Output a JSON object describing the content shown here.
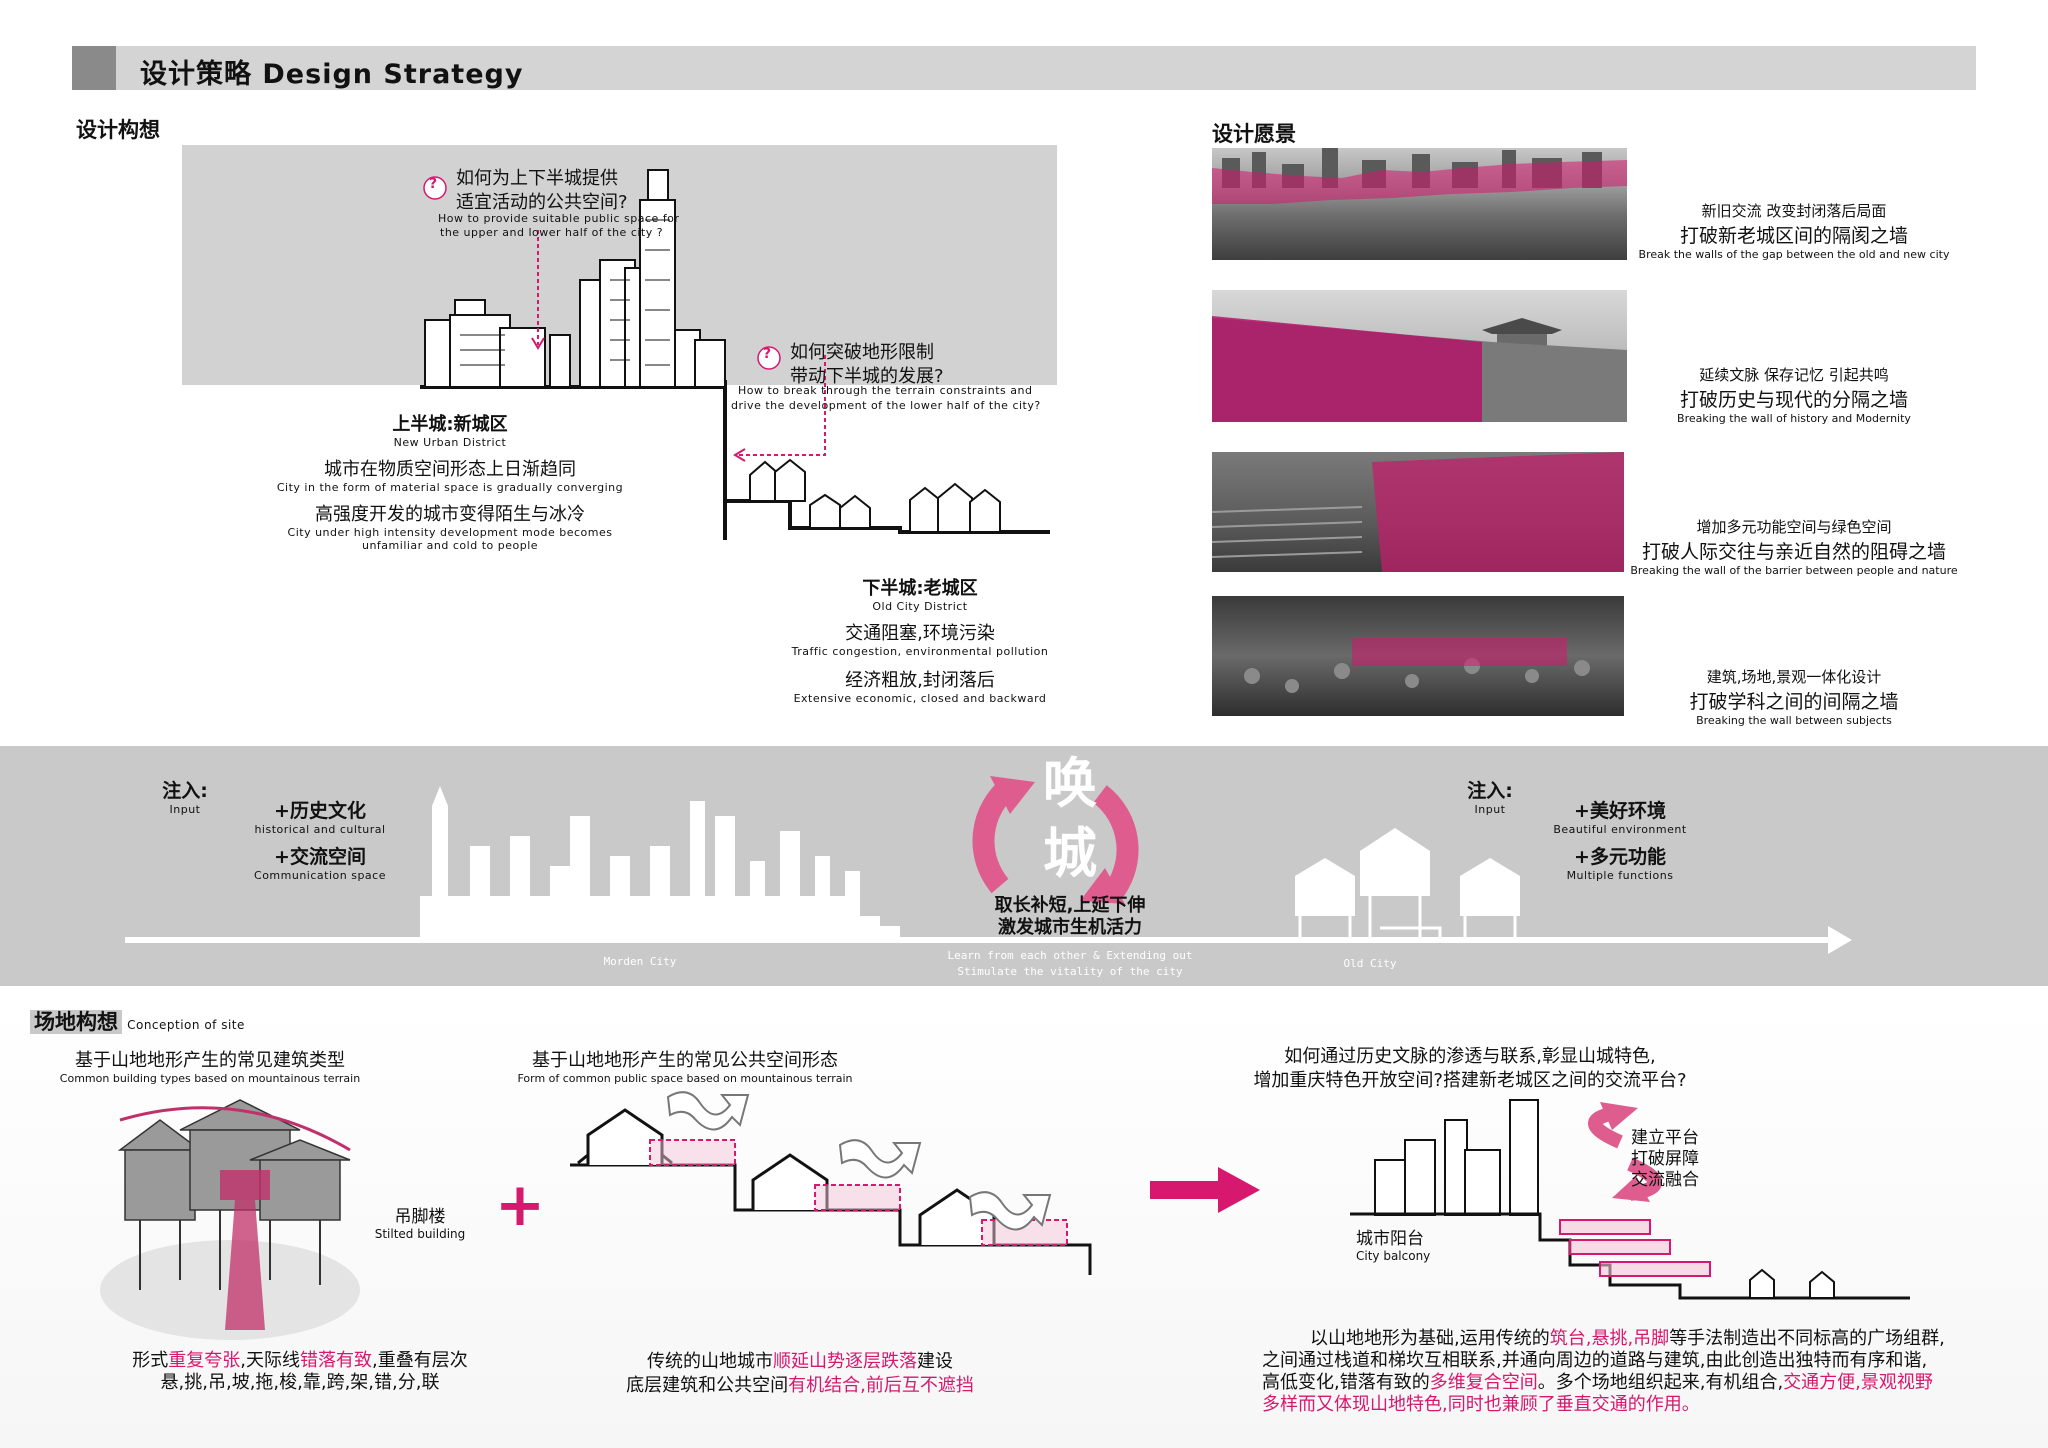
{
  "header": {
    "title": "设计策略 Design Strategy"
  },
  "concept": {
    "label": "设计构想",
    "q1_cn_1": "如何为上下半城提供",
    "q1_cn_2": "适宜活动的公共空间?",
    "q1_en_1": "How to provide suitable public space for",
    "q1_en_2": "the upper and lower half of the city ?",
    "q2_cn_1": "如何突破地形限制",
    "q2_cn_2": "带动下半城的发展?",
    "q2_en_1": "How to break through the terrain constraints and",
    "q2_en_2": "drive the development of the lower half of the city?",
    "upper_cn": "上半城:新城区",
    "upper_en": "New Urban District",
    "upper_p1_cn": "城市在物质空间形态上日渐趋同",
    "upper_p1_en": "City in the form of material space is gradually converging",
    "upper_p2_cn": "高强度开发的城市变得陌生与冰冷",
    "upper_p2_en_1": "City under high intensity development mode becomes",
    "upper_p2_en_2": "unfamiliar and cold to people",
    "lower_cn": "下半城:老城区",
    "lower_en": "Old City District",
    "lower_p1_cn": "交通阻塞,环境污染",
    "lower_p1_en": "Traffic congestion, environmental pollution",
    "lower_p2_cn": "经济粗放,封闭落后",
    "lower_p2_en": "Extensive economic, closed and backward",
    "qmark": "?"
  },
  "vision": {
    "label": "设计愿景",
    "items": [
      {
        "sub": "新旧交流 改变封闭落后局面",
        "title": "打破新老城区间的隔阂之墙",
        "en": "Break the walls of the gap between the old and new city"
      },
      {
        "sub": "延续文脉 保存记忆 引起共鸣",
        "title": "打破历史与现代的分隔之墙",
        "en": "Breaking the wall of history and Modernity"
      },
      {
        "sub": "增加多元功能空间与绿色空间",
        "title": "打破人际交往与亲近自然的阻碍之墙",
        "en": "Breaking the wall of the barrier between people and nature"
      },
      {
        "sub": "建筑,场地,景观一体化设计",
        "title": "打破学科之间的间隔之墙",
        "en": "Breaking the wall between subjects"
      }
    ]
  },
  "band": {
    "input_cn": "注入:",
    "input_en": "Input",
    "left_1_cn": "+历史文化",
    "left_1_en": "historical and cultural",
    "left_2_cn": "+交流空间",
    "left_2_en": "Communication space",
    "center_1": "唤",
    "center_2": "城",
    "center_cn_1": "取长补短,上延下伸",
    "center_cn_2": "激发城市生机活力",
    "center_en_1": "Learn from each other & Extending out",
    "center_en_2": "Stimulate the vitality of the city",
    "right_1_cn": "+美好环境",
    "right_1_en": "Beautiful environment",
    "right_2_cn": "+多元功能",
    "right_2_en": "Multiple functions",
    "modern": "Morden City",
    "old": "Old City"
  },
  "site": {
    "label": "场地构想",
    "label_en": "Conception of site",
    "b1_cn": "基于山地地形产生的常见建筑类型",
    "b1_en": "Common building types based on mountainous terrain",
    "stilted_cn": "吊脚楼",
    "stilted_en": "Stilted building",
    "plus": "+",
    "p1_a": "形式",
    "p1_b": "重复夸张",
    "p1_c": ",天际线",
    "p1_d": "错落有致",
    "p1_e": ",重叠有层次",
    "p1_line2": "悬,挑,吊,坡,拖,梭,靠,跨,架,错,分,联",
    "b2_cn": "基于山地地形产生的常见公共空间形态",
    "b2_en": "Form of common public space based on mountainous terrain",
    "p2_a": "传统的山地城市",
    "p2_b": "顺延山势逐层跌落",
    "p2_c": "建设",
    "p2_d": "底层建筑和公共空间",
    "p2_e": "有机结合,前后互不遮挡",
    "q_line1": "如何通过历史文脉的渗透与联系,彰显山城特色,",
    "q_line2": "增加重庆特色开放空间?搭建新老城区之间的交流平台?",
    "balcony_cn": "城市阳台",
    "balcony_en": "City balcony",
    "platform_1": "建立平台",
    "platform_2": "打破屏障",
    "platform_3": "交流融合",
    "final_1a": "以山地地形为基础,运用传统的",
    "final_1b": "筑台,悬挑,吊脚",
    "final_1c": "等手法制造出不同标高的广场组群,",
    "final_2": "之间通过栈道和梯坎互相联系,并通向周边的道路与建筑,由此创造出独特而有序和谐,",
    "final_3a": "高低变化,错落有致的",
    "final_3b": "多维复合空间",
    "final_3c": "。多个场地组织起来,有机组合,",
    "final_3d": "交通方便,景观视野",
    "final_4a": "多样而又体现山地特色,",
    "final_4b": "同时也兼顾了垂直交通的作用。"
  },
  "colors": {
    "accent": "#d6186e",
    "band": "#c9c9c9",
    "header": "#d4d4d4"
  }
}
